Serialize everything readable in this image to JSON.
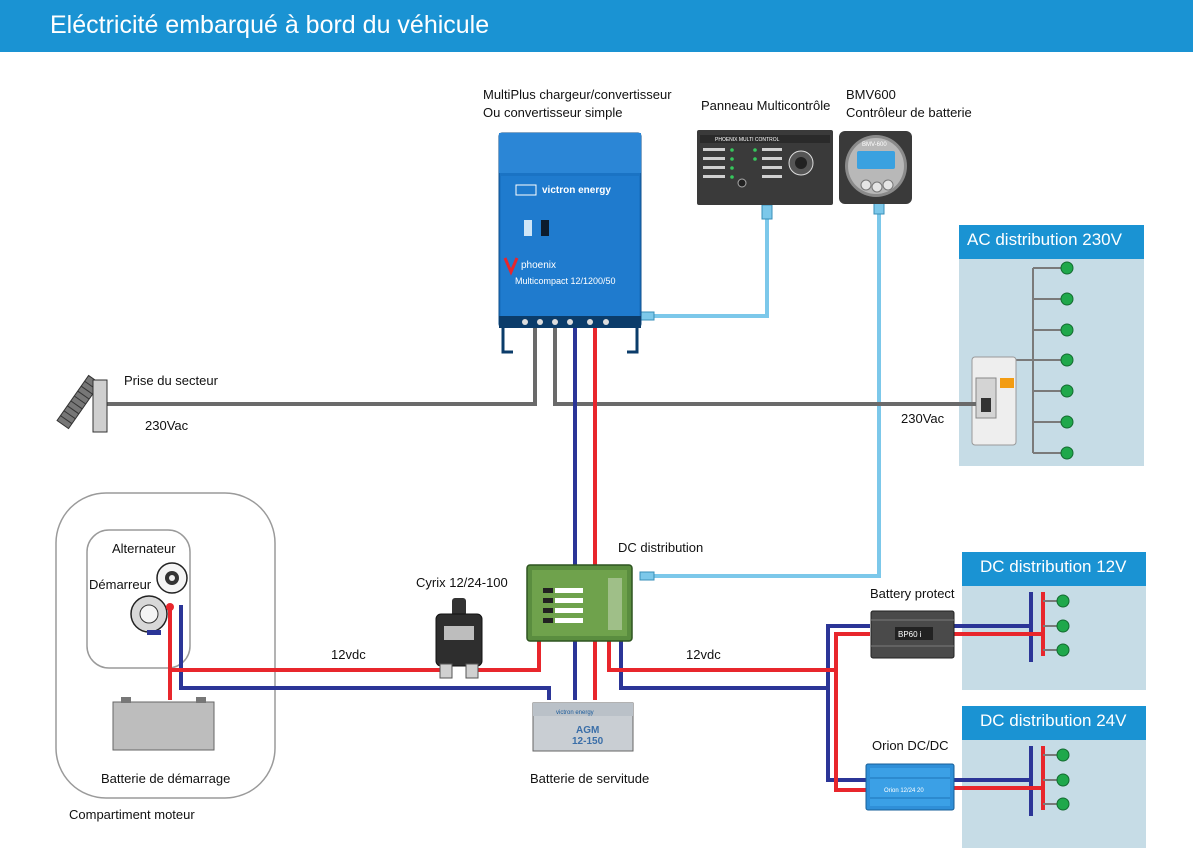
{
  "header": {
    "title": "Eléctricité embarqué à bord du véhicule"
  },
  "colors": {
    "header": "#1a93d3",
    "panel_bg": "#c6dce6",
    "panel_title": "#1a93d3",
    "positive": "#e8262c",
    "negative": "#2b3597",
    "ac": "#6a6a6a",
    "data": "#7cc8ea",
    "node": "#1fa84b"
  },
  "labels": {
    "multiplus_line1": "MultiPlus chargeur/convertisseur",
    "multiplus_line2": "Ou convertisseur simple",
    "panneau": "Panneau Multicontrôle",
    "bmv_line1": "BMV600",
    "bmv_line2": "Contrôleur de batterie",
    "prise": "Prise du secteur",
    "vac_left": "230Vac",
    "vac_right": "230Vac",
    "alternateur": "Alternateur",
    "demarreur": "Démarreur",
    "cyrix": "Cyrix 12/24-100",
    "dc_distribution": "DC distribution",
    "vdc_left": "12vdc",
    "vdc_right": "12vdc",
    "battery_protect": "Battery protect",
    "orion": "Orion DC/DC",
    "batt_demarrage": "Batterie de démarrage",
    "batt_servitude": "Batterie de servitude",
    "compartiment": "Compartiment moteur"
  },
  "panels": {
    "ac": "AC distribution 230V",
    "dc12": "DC distribution 12V",
    "dc24": "DC distribution 24V"
  },
  "device_text": {
    "victron": "victron energy",
    "phoenix": "phoenix",
    "multicompact": "Multicompact 12/1200/50",
    "phoenix_multi_control": "PHOENIX MULTI CONTROL",
    "bmv_model": "BMV-600",
    "bp": "BP60 i",
    "orion_model": "Orion 12/24 20",
    "agm_line1": "AGM",
    "agm_line2": "12-150"
  }
}
